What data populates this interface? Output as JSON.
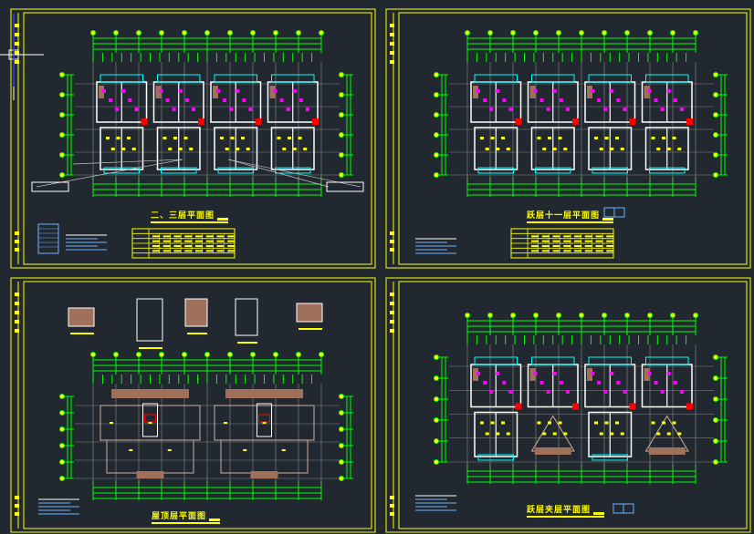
{
  "viewport": {
    "background": "#212830"
  },
  "sheets": [
    {
      "id": "sheet-1",
      "title": "二、三层平面图",
      "has_legend": true,
      "has_stamp": false
    },
    {
      "id": "sheet-2",
      "title": "跃层十一层平面图",
      "has_legend": false,
      "has_stamp": true
    },
    {
      "id": "sheet-3",
      "title": "屋顶层平面图",
      "has_legend": false,
      "has_stamp": false
    },
    {
      "id": "sheet-4",
      "title": "跃层夹层平面图",
      "has_legend": false,
      "has_stamp": true
    }
  ],
  "colors": {
    "frame": "#ffff00",
    "dimension": "#00ff00",
    "wall": "#ffffff",
    "axis": "#8a8a8a",
    "detail": "#ff00ff",
    "window": "#00ffff",
    "column": "#ff0000",
    "roof": "#a0705a",
    "note": "#6fb2ff"
  }
}
